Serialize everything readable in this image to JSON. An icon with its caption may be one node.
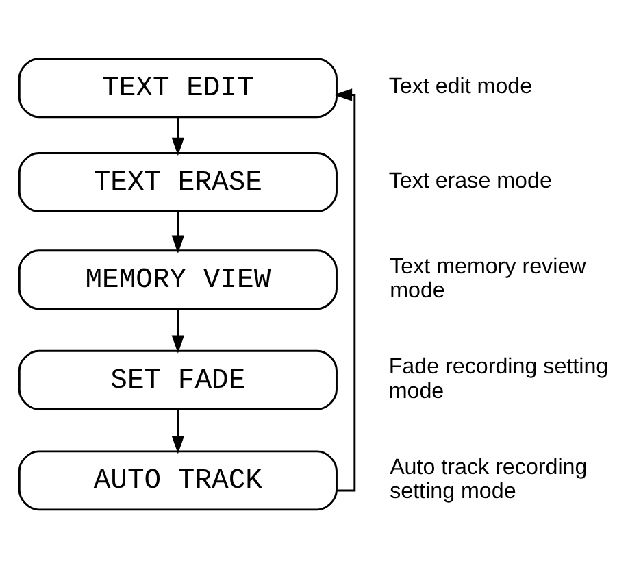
{
  "diagram": {
    "nodes": [
      {
        "text": [
          "TEXT EDIT"
        ],
        "beside": [
          "Text edit mode"
        ]
      },
      {
        "text": [
          "TEXT ERASE"
        ],
        "beside": [
          "Text erase mode"
        ]
      },
      {
        "text": [
          "MEMORY VIEW"
        ],
        "beside": [
          "Text memory review mode"
        ]
      },
      {
        "text": [
          "SET FADE"
        ],
        "beside": [
          "Fade recording setting mode"
        ]
      },
      {
        "text": [
          "AUTO TRACK"
        ],
        "beside": [
          "Auto track recording setting mode"
        ]
      }
    ],
    "edges": [
      {
        "from": 0,
        "to": 1,
        "arrow": "to"
      },
      {
        "from": 1,
        "to": 2,
        "arrow": "to"
      },
      {
        "from": 2,
        "to": 3,
        "arrow": "to"
      },
      {
        "from": 3,
        "to": 4,
        "arrow": "to"
      },
      {
        "from": 4,
        "to": 0,
        "arrow": "to"
      }
    ]
  }
}
